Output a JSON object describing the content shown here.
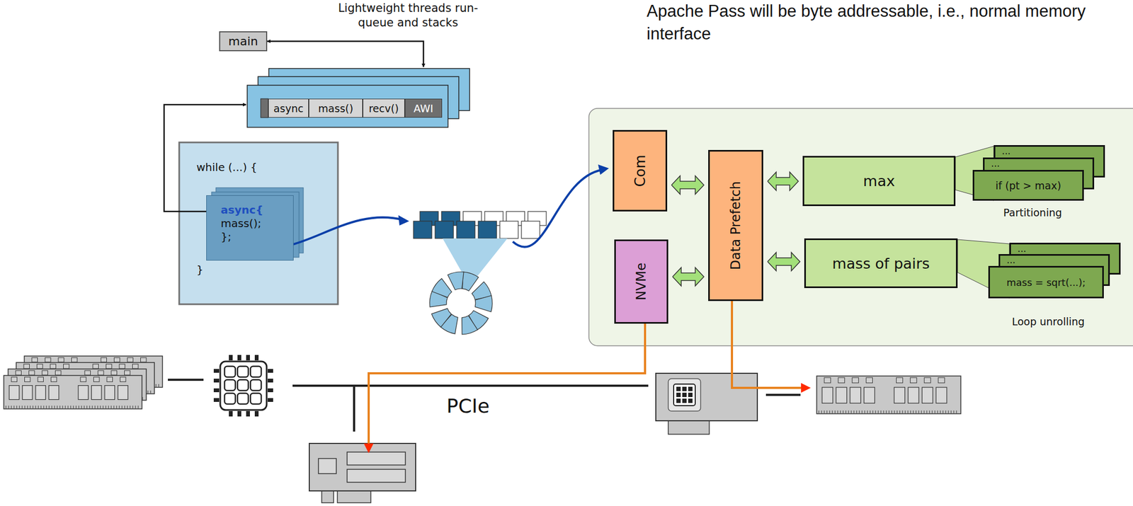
{
  "diagram": {
    "title": "Apache Pass will be byte addressable, i.e., normal memory interface",
    "nodes": [
      {
        "text": [
          "main"
        ]
      },
      {
        "text": [
          "async"
        ]
      },
      {
        "text": [
          "mass()"
        ]
      },
      {
        "text": [
          "recv()"
        ]
      },
      {
        "text": [
          "AWI"
        ]
      },
      {
        "text": [
          "while (...) {",
          "}"
        ]
      },
      {
        "text": [
          "async{ mass(); };"
        ],
        "in": 5
      },
      {
        "text": [
          "Com"
        ]
      },
      {
        "text": [
          "NVMe"
        ]
      },
      {
        "text": [
          "Data Prefetch"
        ]
      },
      {
        "text": [
          "max"
        ]
      },
      {
        "text": [
          "mass of pairs"
        ]
      },
      {
        "text": [
          "..."
        ]
      },
      {
        "text": [
          "..."
        ]
      },
      {
        "text": [
          "if (pt > max)"
        ]
      },
      {
        "text": [
          "..."
        ]
      },
      {
        "text": [
          "..."
        ]
      },
      {
        "text": [
          "mass = sqrt(...);"
        ]
      }
    ],
    "edges": [
      {
        "from": 0,
        "to": 4,
        "arrow": "both"
      },
      {
        "from": 6,
        "to": 1,
        "arrow": "to"
      },
      {
        "from": 7,
        "to": 9,
        "arrow": "both"
      },
      {
        "from": 8,
        "to": 9,
        "arrow": "both"
      },
      {
        "from": 9,
        "to": 10,
        "arrow": "both"
      },
      {
        "from": 9,
        "to": 11,
        "arrow": "both"
      }
    ],
    "labels": [
      "Lightweight threads run-queue and stacks",
      "Partitioning",
      "Loop unrolling",
      "PCIe"
    ]
  }
}
